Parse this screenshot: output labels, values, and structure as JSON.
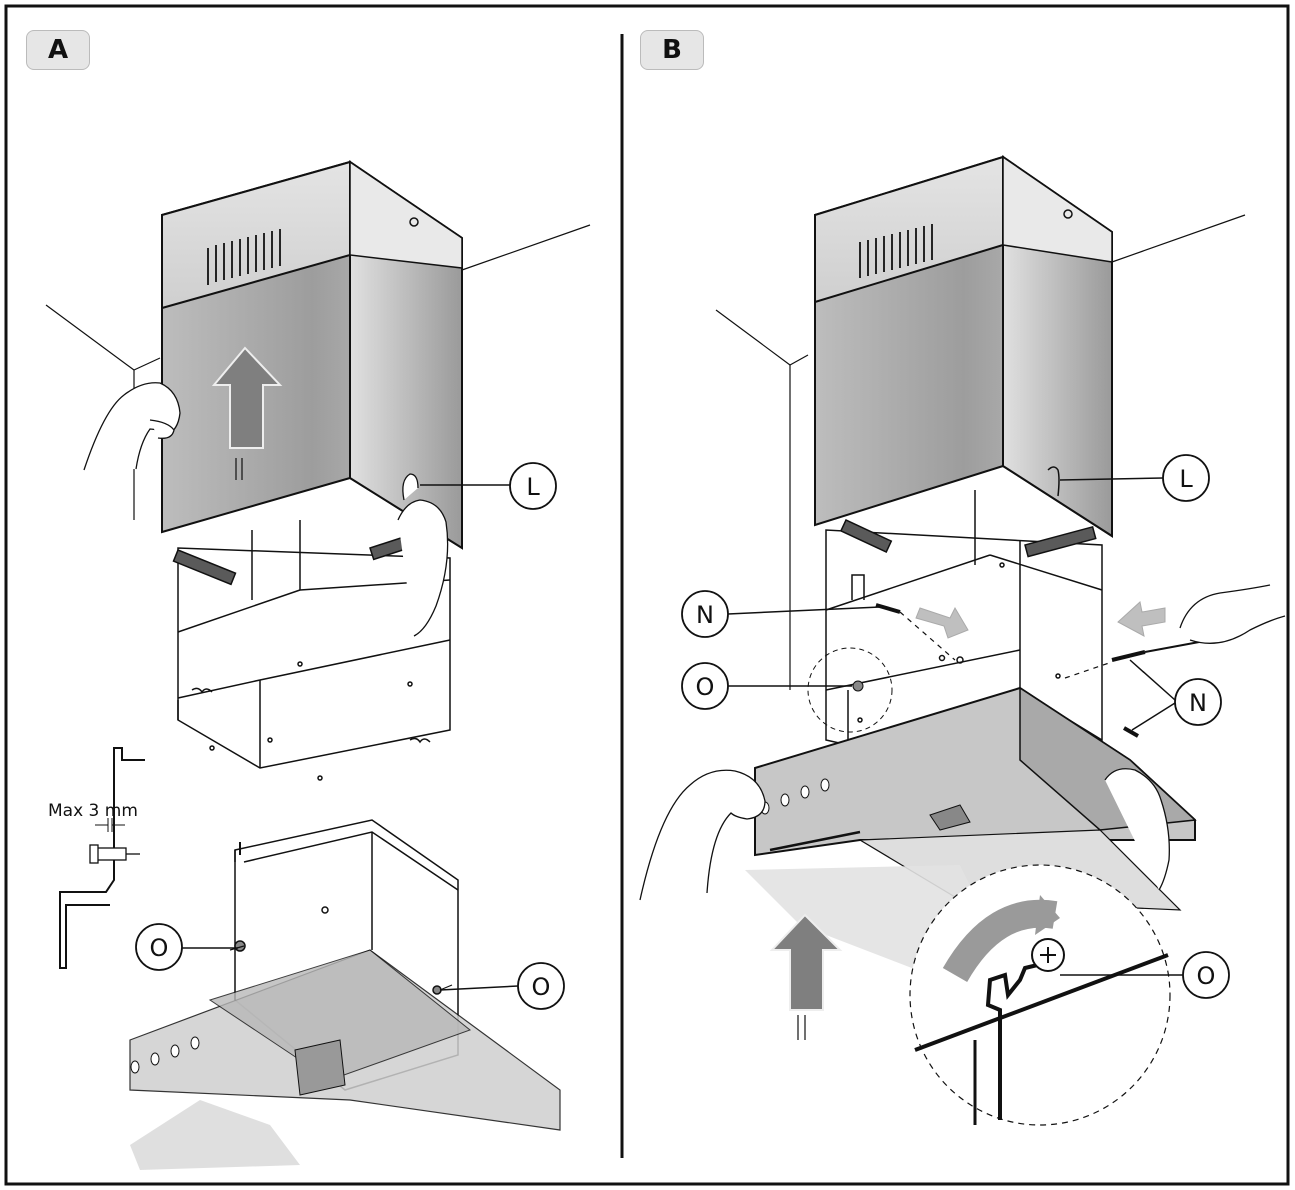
{
  "panels": {
    "a": {
      "label": "A"
    },
    "b": {
      "label": "B"
    }
  },
  "callouts": {
    "L": "L",
    "N": "N",
    "O": "O"
  },
  "dimension": {
    "max_gap": "Max 3 mm"
  },
  "colors": {
    "line": "#111111",
    "panel_bg": "#e6e6e6",
    "steel_light": "#d8d8d8",
    "steel_mid": "#b3b3b3",
    "steel_dark": "#8f8f8f",
    "arrow_fill": "#8a8a8a",
    "shadow": "#dcdcdc"
  }
}
